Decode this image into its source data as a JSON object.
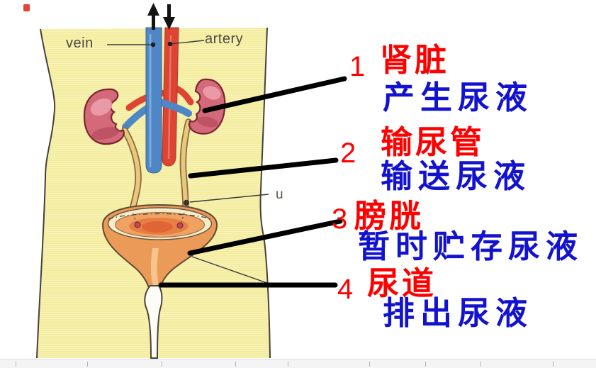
{
  "figure": {
    "vein_label": "vein",
    "artery_label": "artery",
    "u_label": "u",
    "colors": {
      "torso_skin": "#f4eda0",
      "vein_blue": "#4e86c6",
      "artery_red": "#dc4434",
      "kidney_pink": "#d4697a",
      "ureter_tan": "#e7c87c",
      "bladder_orange": "#f0a263",
      "bladder_rim_cream": "#f7ecca",
      "pointer_line_black": "#000000"
    }
  },
  "annotations": {
    "number_color": "#ff0000",
    "term_color": "#ff0000",
    "function_color": "#1212cf",
    "items": [
      {
        "number": "1",
        "term": "肾脏",
        "function": "产生尿液"
      },
      {
        "number": "2",
        "term": "输尿管",
        "function": "输送尿液"
      },
      {
        "number": "3",
        "term": "膀胱",
        "function": "暂时贮存尿液"
      },
      {
        "number": "4",
        "term": "尿道",
        "function": "排出尿液"
      }
    ]
  },
  "footer": {
    "tick_positions": [
      22,
      123,
      228,
      332,
      406,
      521,
      600,
      678,
      780
    ]
  }
}
